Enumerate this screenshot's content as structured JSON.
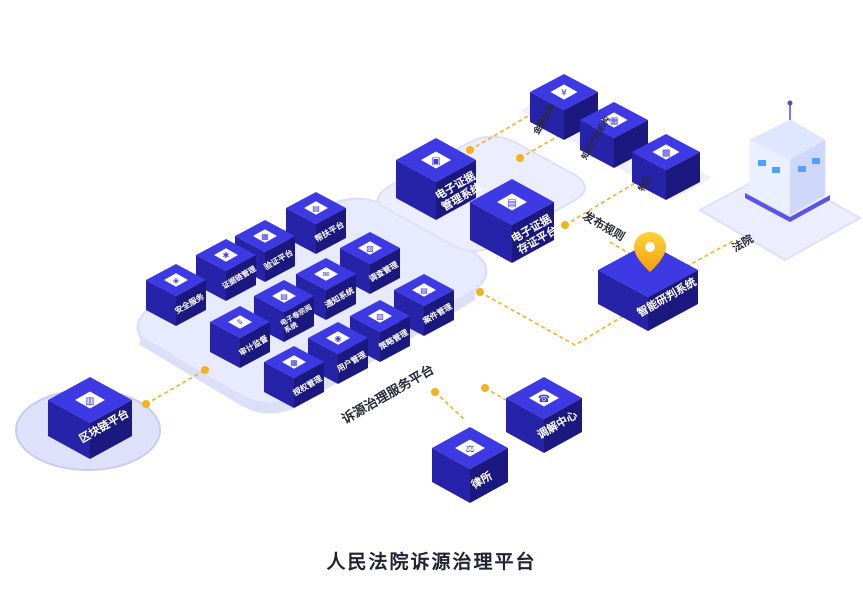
{
  "title": "人民法院诉源治理平台",
  "platform": "诉源治理服务平台",
  "blockchain": "区块链平台",
  "lawyer": "律所",
  "mediation": "调解中心",
  "court": "法院",
  "publish_rule": "发布规则",
  "smart_system": "智能研判系统",
  "evidence_mgmt": [
    "电子证据",
    "管理系统"
  ],
  "evidence_store": [
    "电子证据",
    "存证平台"
  ],
  "institutions": {
    "finance": "金融机构",
    "ip": "知识产权机构",
    "property": "物业"
  },
  "modules": {
    "help": "帮扶平台",
    "verify": "验证平台",
    "chain_mgmt": "证据链管理",
    "security": "安全服务",
    "survey": "调查管理",
    "notify": "通知系统",
    "e_doc": [
      "电子卷宗阅",
      "系统"
    ],
    "audit": "审计监督",
    "case": "案件管理",
    "strategy": "策略管理",
    "user": "用户管理",
    "auth": "授权管理"
  },
  "colors": {
    "block_top": "#3d3ae3",
    "block_side": "#2623a8",
    "block_side_dark": "#1b1980",
    "connector": "#f5b21f",
    "platform": "#eef0ff"
  },
  "icons": {
    "blockchain": "server-icon",
    "lawyer": "lawyer-icon",
    "mediation": "headset-icon",
    "smart_system": "location-pin-icon",
    "evidence_mgmt": "briefcase-icon",
    "evidence_store": "folder-icon",
    "finance": "yen-icon",
    "ip": "book-icon",
    "property": "building-icon",
    "court": "court-building-icon"
  }
}
